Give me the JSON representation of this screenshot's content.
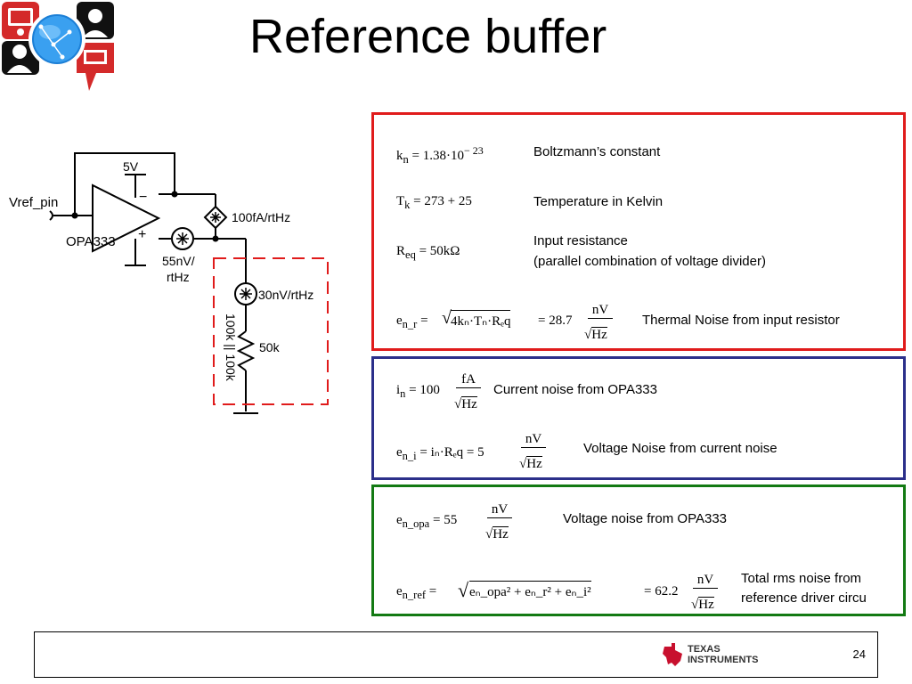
{
  "slide": {
    "title": "Reference buffer",
    "page_number": "24"
  },
  "logo": {
    "company_line1": "Texas",
    "company_line2": "Instruments"
  },
  "circuit": {
    "supply_label": "5V",
    "input_label": "Vref_pin",
    "opamp_label": "OPA333",
    "minus_sign": "−",
    "plus_sign": "+",
    "current_noise_label": "100fA/rtHz",
    "voltage_noise_label_line1": "55nV/",
    "voltage_noise_label_line2": "rtHz",
    "resistor_noise_label": "30nV/rtHz",
    "resistor_value_label": "50k",
    "divider_label": "100k || 100k"
  },
  "equations": {
    "kn": {
      "lhs": "k",
      "lhs_sub": "n",
      "rhs": "= 1.38·10",
      "exp": "− 23",
      "desc": "Boltzmann’s constant"
    },
    "tk": {
      "lhs": "T",
      "lhs_sub": "k",
      "rhs": "= 273 + 25",
      "desc": "Temperature in Kelvin"
    },
    "req": {
      "lhs": "R",
      "lhs_sub": "eq",
      "rhs": "= 50kΩ",
      "desc_line1": "Input resistance",
      "desc_line2": "(parallel combination of voltage divider)"
    },
    "en_r": {
      "lhs": "e",
      "lhs_sub": "n_r",
      "sqrt_content": "4kₙ·Tₙ·Rₑq",
      "result": "= 28.7",
      "unit_num": "nV",
      "unit_den": "Hz",
      "desc": "Thermal Noise from input resistor"
    },
    "in": {
      "lhs": "i",
      "lhs_sub": "n",
      "rhs": "= 100",
      "unit_num": "fA",
      "unit_den": "Hz",
      "desc": "Current noise from OPA333"
    },
    "en_i": {
      "lhs": "e",
      "lhs_sub": "n_i",
      "rhs": "= iₙ·Rₑq = 5",
      "unit_num": "nV",
      "unit_den": "Hz",
      "desc": "Voltage Noise from current noise"
    },
    "en_opa": {
      "lhs": "e",
      "lhs_sub": "n_opa",
      "rhs": "= 55",
      "unit_num": "nV",
      "unit_den": "Hz",
      "desc": "Voltage noise from OPA333"
    },
    "en_ref": {
      "lhs": "e",
      "lhs_sub": "n_ref",
      "sqrt_content": "eₙ_opa² + eₙ_r² + eₙ_i²",
      "result": "= 62.2",
      "unit_num": "nV",
      "unit_den": "Hz",
      "desc_line1": "Total rms noise from",
      "desc_line2": "reference driver circu"
    }
  }
}
